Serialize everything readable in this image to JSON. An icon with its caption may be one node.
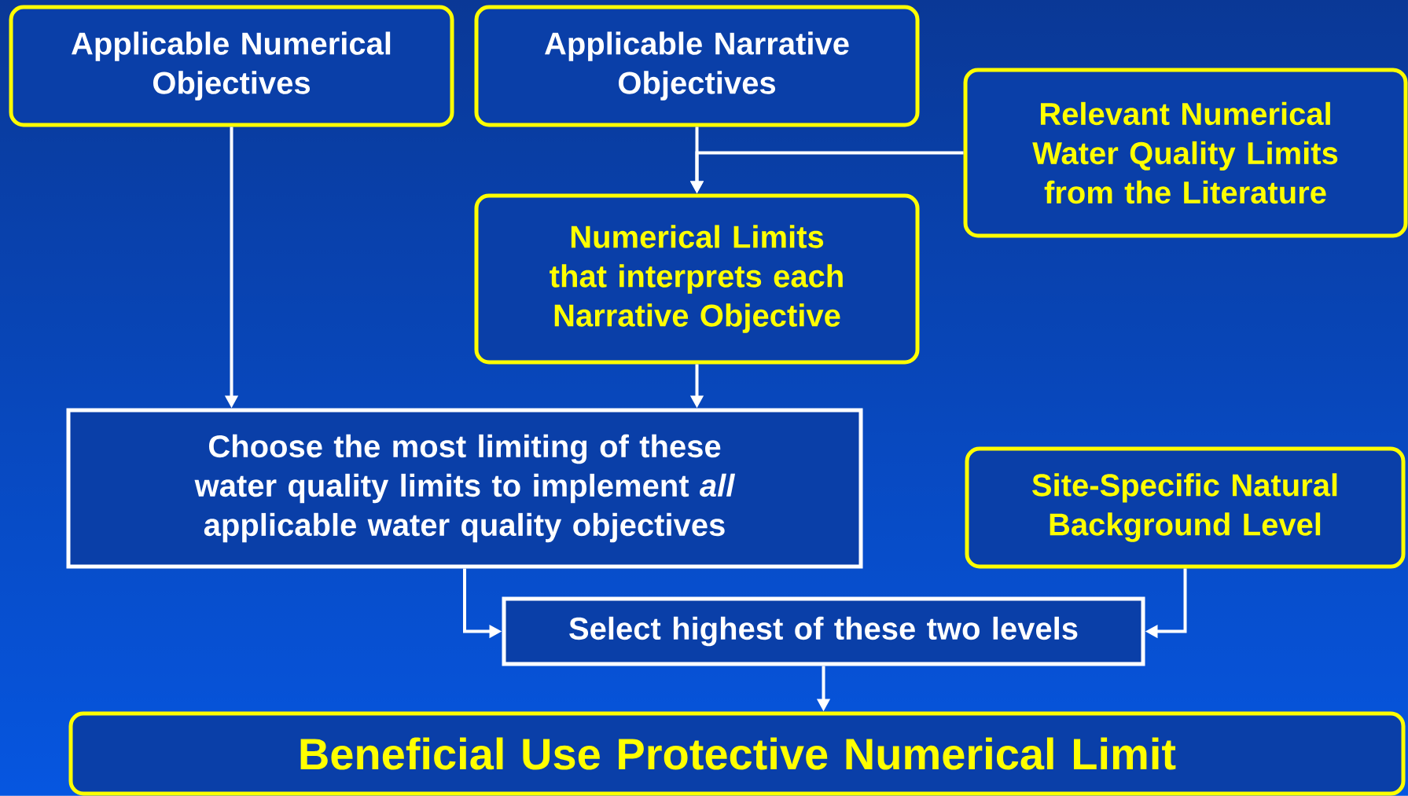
{
  "diagram": {
    "nodes": [
      {
        "text": [
          "Applicable Numerical Objectives"
        ]
      },
      {
        "text": [
          "Applicable Narrative Objectives"
        ]
      },
      {
        "text": [
          "Relevant Numerical Water Quality Limits from the Literature"
        ]
      },
      {
        "text": [
          "Numerical Limits that interprets each Narrative Objective"
        ]
      },
      {
        "text": [
          "Choose the most limiting of these water quality limits to implement *all* applicable water quality objectives"
        ]
      },
      {
        "text": [
          "Site-Specific Natural Background Level"
        ]
      },
      {
        "text": [
          "Select highest of these two levels"
        ]
      },
      {
        "text": [
          "Beneficial Use Protective Numerical Limit"
        ]
      }
    ],
    "edges": [
      {
        "from": 0,
        "to": 4,
        "arrow": "to"
      },
      {
        "from": 1,
        "to": 3,
        "arrow": "to"
      },
      {
        "from": 2,
        "to": 3,
        "arrow": "to"
      },
      {
        "from": 3,
        "to": 4,
        "arrow": "to"
      },
      {
        "from": 4,
        "to": 6,
        "arrow": "to"
      },
      {
        "from": 5,
        "to": 6,
        "arrow": "to"
      },
      {
        "from": 6,
        "to": 7,
        "arrow": "to"
      }
    ]
  }
}
